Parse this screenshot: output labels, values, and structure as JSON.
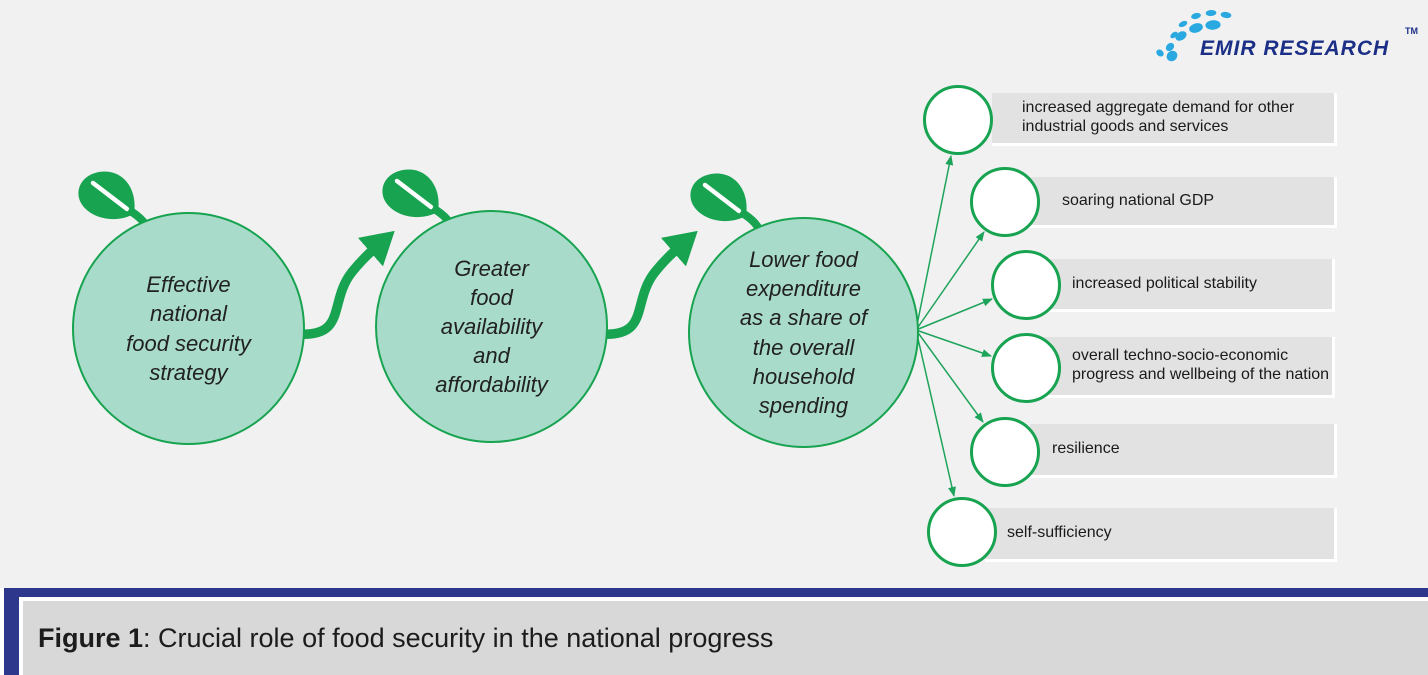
{
  "logo": {
    "text": "EMIR RESEARCH",
    "tm": "TM"
  },
  "flow": {
    "steps": [
      {
        "label": "Effective\nnational\nfood security\nstrategy"
      },
      {
        "label": "Greater\nfood\navailability\nand\naffordability"
      },
      {
        "label": "Lower food\nexpenditure\nas a share of\nthe overall\nhousehold\nspending"
      }
    ]
  },
  "outcomes": [
    {
      "label": "increased aggregate demand for other industrial goods and services"
    },
    {
      "label": "soaring national GDP"
    },
    {
      "label": "increased political stability"
    },
    {
      "label": "overall techno-socio-economic progress and wellbeing of the nation"
    },
    {
      "label": "resilience"
    },
    {
      "label": "self-sufficiency"
    }
  ],
  "caption": {
    "figure_label": "Figure 1",
    "text": ": Crucial role of food security in the national progress"
  },
  "colors": {
    "background": "#f1f1f2",
    "circle_fill": "#a9dbca",
    "green": "#17a350",
    "thin_arrow_green": "#1ea35b",
    "outcome_box_gray": "#e2e2e2",
    "caption_bar_navy": "#2d378c",
    "caption_box_gray": "#d8d8d8",
    "logo_navy": "#1c2f87",
    "logo_dot_blue": "#29a9e0"
  }
}
